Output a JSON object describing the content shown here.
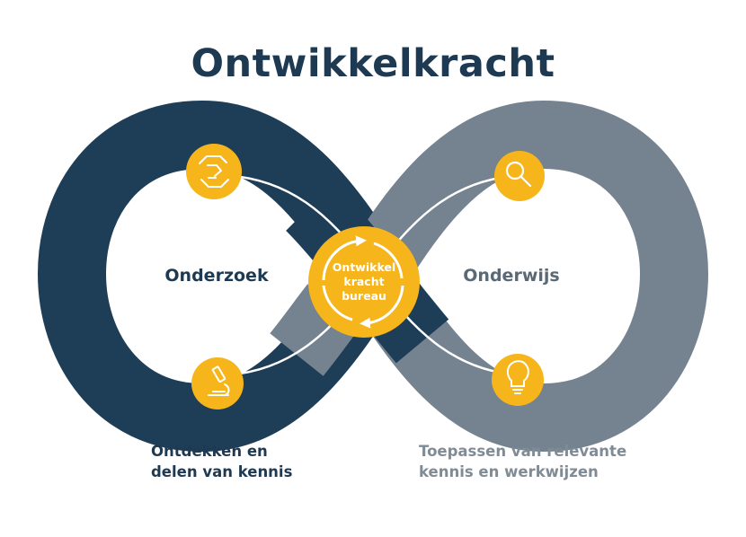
{
  "title": "Ontwikkelkracht",
  "left_loop": {
    "label": "Onderzoek"
  },
  "right_loop": {
    "label": "Onderwijs"
  },
  "center": {
    "lines": [
      "Ontwikkel",
      "kracht",
      "bureau"
    ]
  },
  "captions": {
    "left": [
      "Ontdekken en",
      "delen van kennis"
    ],
    "right": [
      "Toepassen van relevante",
      "kennis en werkwijzen"
    ]
  },
  "icons": {
    "top_left": "handshake-icon",
    "bottom_left": "microscope-icon",
    "top_right": "magnifier-icon",
    "bottom_right": "lightbulb-icon",
    "center": "cycle-arrows-icon"
  },
  "colors": {
    "navy": "#1e3d57",
    "slate": "#74838f",
    "accent": "#f5b51b",
    "title": "#1e3a52"
  }
}
